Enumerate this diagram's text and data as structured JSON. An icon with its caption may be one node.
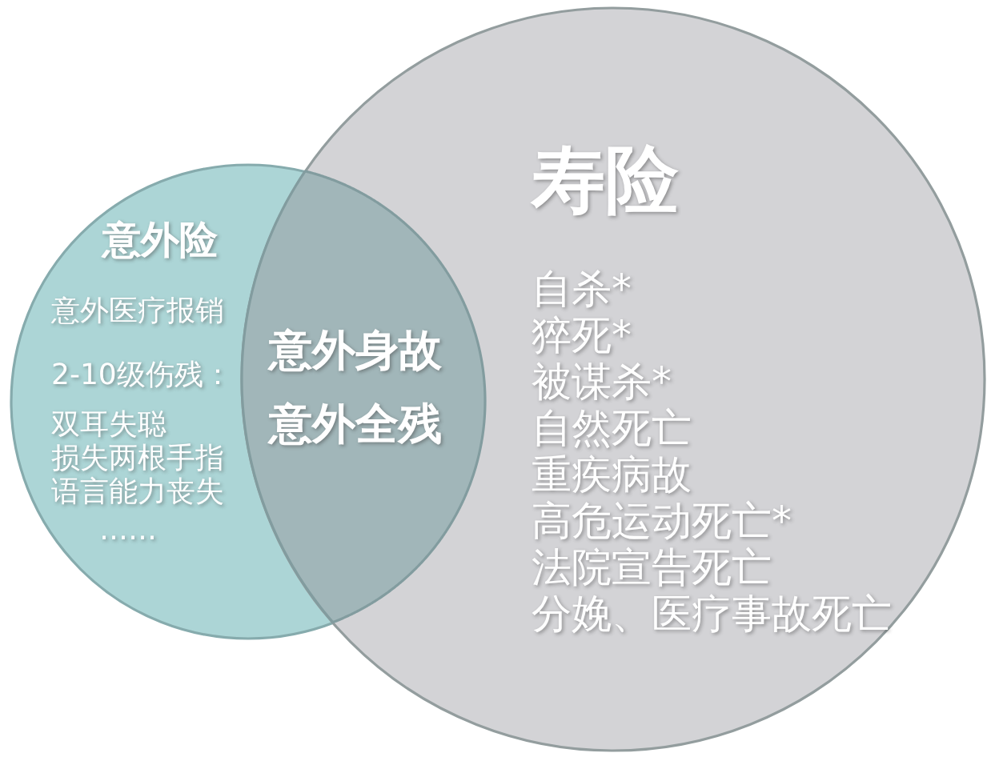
{
  "diagram": {
    "nodes": [
      {
        "text": [
          "意外险",
          "意外医疗报销",
          "2-10级伤残：",
          "双耳失聪",
          "损失两根手指",
          "语言能力丧失",
          "……"
        ]
      },
      {
        "text": [
          "意外身故",
          "意外全残"
        ]
      },
      {
        "text": [
          "寿险",
          "自杀*",
          "猝死*",
          "被谋杀*",
          "自然死亡",
          "重疾病故",
          "高危运动死亡*",
          "法院宣告死亡",
          "分娩、医疗事故死亡"
        ]
      }
    ]
  }
}
